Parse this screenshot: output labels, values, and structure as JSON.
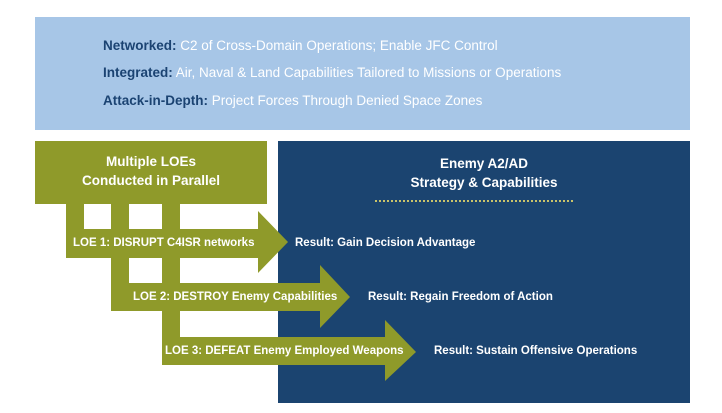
{
  "banner": {
    "line1": {
      "key": "Networked:",
      "value": "C2 of Cross-Domain Operations; Enable JFC Control"
    },
    "line2": {
      "key": "Integrated:",
      "value": "Air, Naval & Land Capabilities Tailored to Missions or Operations"
    },
    "line3": {
      "key": "Attack-in-Depth:",
      "value": "Project Forces Through Denied Space Zones"
    }
  },
  "left_box": {
    "line1": "Multiple LOEs",
    "line2": "Conducted in Parallel"
  },
  "right_box": {
    "line1": "Enemy A2/AD",
    "line2": "Strategy & Capabilities"
  },
  "loes": [
    {
      "label": "LOE 1: DISRUPT C4ISR networks",
      "result": "Result: Gain Decision Advantage"
    },
    {
      "label": "LOE 2: DESTROY Enemy Capabilities",
      "result": "Result: Regain Freedom of Action"
    },
    {
      "label": "LOE 3: DEFEAT Enemy Employed Weapons",
      "result": "Result: Sustain Offensive Operations"
    }
  ],
  "colors": {
    "banner_bg": "#a7c6e7",
    "banner_key": "#1b4372",
    "olive": "#8f9a2a",
    "navy": "#1b4470",
    "dotted": "#c9c36a"
  }
}
